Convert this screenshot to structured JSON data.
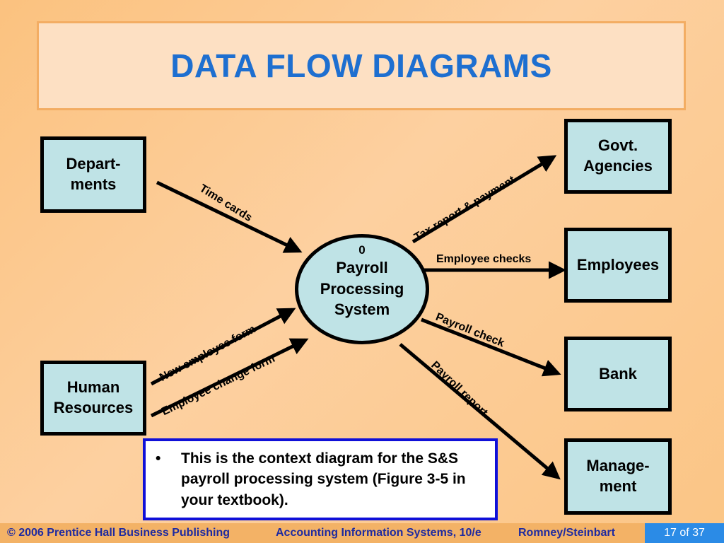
{
  "slide": {
    "title": "DATA FLOW DIAGRAMS",
    "process": {
      "number": "0",
      "name": "Payroll\nProcessing\nSystem"
    },
    "entities": {
      "departments": "Depart-\nments",
      "human_resources": "Human\nResources",
      "govt_agencies": "Govt.\nAgencies",
      "employees": "Employees",
      "bank": "Bank",
      "management": "Manage-\nment"
    },
    "flows": {
      "time_cards": "Time cards",
      "new_employee_form": "New employee form",
      "employee_change_form": "Employee change form",
      "tax_report_payment": "Tax report & payment",
      "employee_checks": "Employee checks",
      "payroll_check": "Payroll check",
      "payroll_report": "Payroll report"
    },
    "note": {
      "bullet": "•",
      "text": "This is the context diagram for the S&S payroll processing system (Figure 3-5 in your textbook)."
    }
  },
  "footer": {
    "copyright": "© 2006 Prentice Hall Business Publishing",
    "book": "Accounting Information Systems, 10/e",
    "authors": "Romney/Steinbart",
    "page": "17 of 37"
  }
}
